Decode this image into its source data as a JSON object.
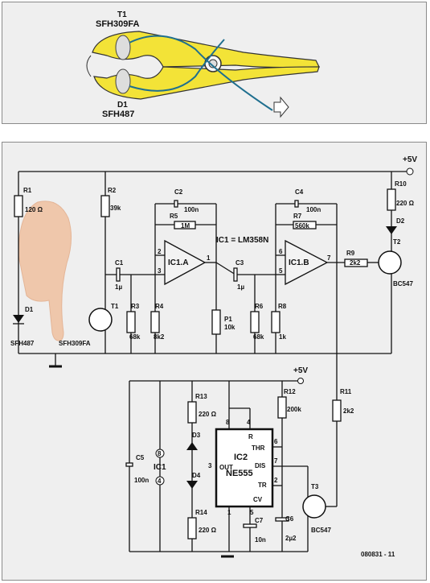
{
  "top": {
    "t1": "T1",
    "t1_part": "SFH309FA",
    "d1": "D1",
    "d1_part": "SFH487"
  },
  "schematic": {
    "supply": "+5V",
    "ic_note": "IC1 = LM358N",
    "figure_id": "080831 - 11",
    "components": {
      "R1": "R1",
      "R1_val": "120 Ω",
      "R2": "R2",
      "R2_val": "39k",
      "R3": "R3",
      "R3_val": "68k",
      "R4": "R4",
      "R4_val": "8k2",
      "R5": "R5",
      "R5_val": "1M",
      "R6": "R6",
      "R6_val": "68k",
      "R7": "R7",
      "R7_val": "560k",
      "R8": "R8",
      "R8_val": "1k",
      "R9": "R9",
      "R9_val": "2k2",
      "R10": "R10",
      "R10_val": "220 Ω",
      "R11": "R11",
      "R11_val": "2k2",
      "R12": "R12",
      "R12_val": "200k",
      "R13": "R13",
      "R13_val": "220 Ω",
      "R14": "R14",
      "R14_val": "220 Ω",
      "C1": "C1",
      "C1_val": "1µ",
      "C2": "C2",
      "C2_val": "100n",
      "C3": "C3",
      "C3_val": "1µ",
      "C4": "C4",
      "C4_val": "100n",
      "C5": "C5",
      "C5_val": "100n",
      "C6": "C6",
      "C6_val": "2µ2",
      "C7": "C7",
      "C7_val": "10n",
      "P1": "P1",
      "P1_val": "10k",
      "D1": "D1",
      "D1_part": "SFH487",
      "T1": "T1",
      "T1_part": "SFH309FA",
      "D2": "D2",
      "D3": "D3",
      "D4": "D4",
      "T2": "T2",
      "T2_part": "BC547",
      "T3": "T3",
      "T3_part": "BC547",
      "IC1A": "IC1.A",
      "IC1B": "IC1.B",
      "IC1": "IC1",
      "IC2": "IC2",
      "IC2_part": "NE555"
    },
    "pins": {
      "p1": "1",
      "p2": "2",
      "p3": "3",
      "p4": "4",
      "p5": "5",
      "p6": "6",
      "p7": "7",
      "p8": "8",
      "thr": "THR",
      "dis": "DIS",
      "tr": "TR",
      "cv": "CV",
      "out": "OUT",
      "r": "R"
    }
  }
}
